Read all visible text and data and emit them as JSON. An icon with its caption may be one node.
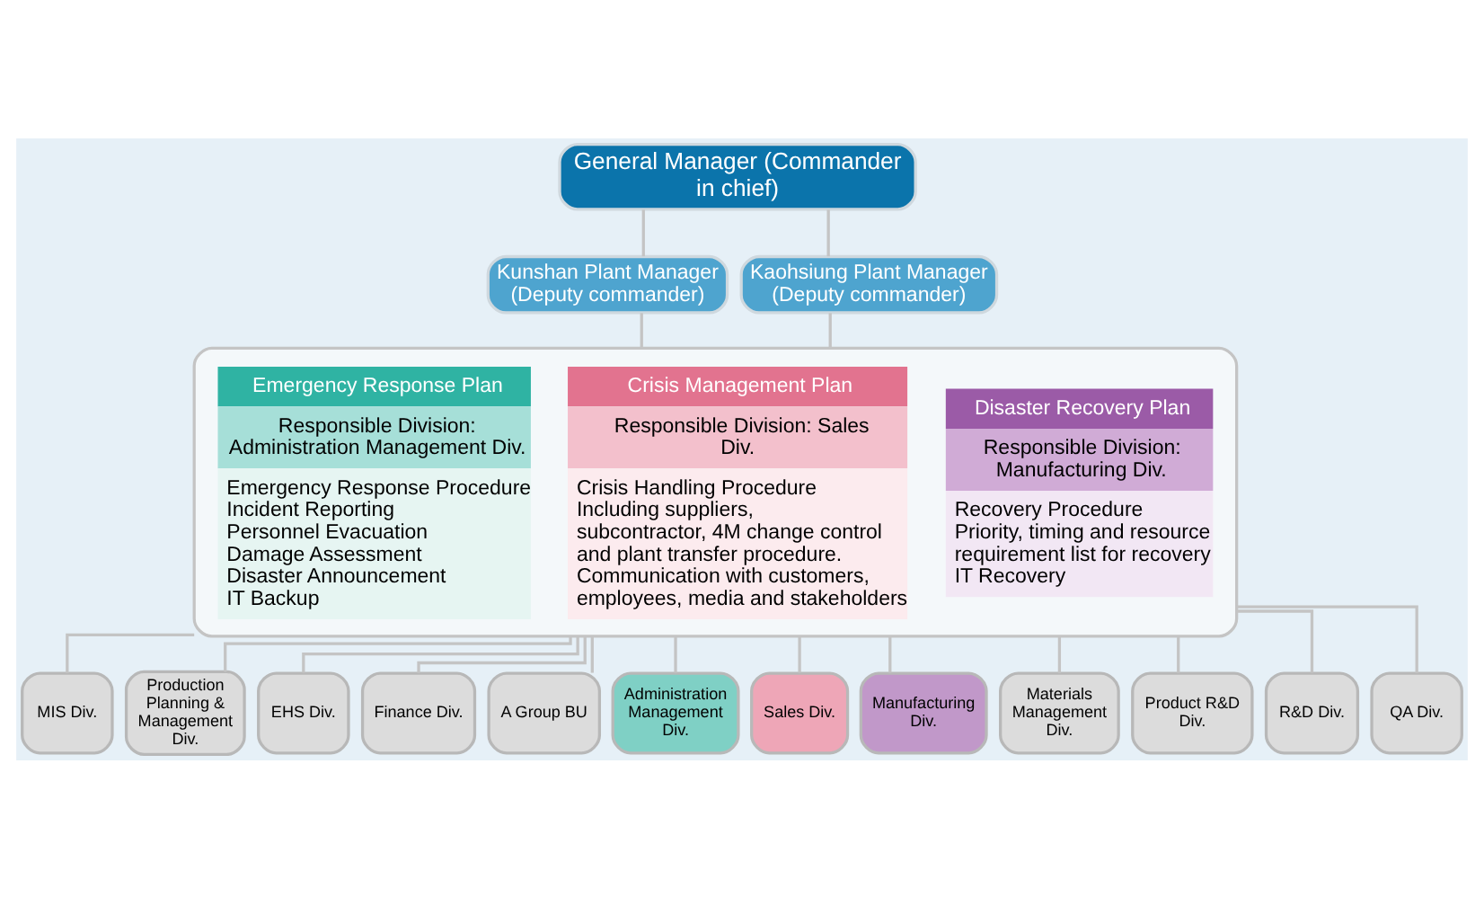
{
  "diagram": {
    "nodes": [
      {
        "text": [
          "General Manager (Commander in chief)"
        ]
      },
      {
        "text": [
          "Kunshan Plant Manager (Deputy commander)"
        ]
      },
      {
        "text": [
          "Kaohsiung Plant Manager (Deputy commander)"
        ]
      },
      {
        "text": [],
        "shape": "box"
      },
      {
        "text": [
          "Emergency Response Plan",
          "Responsible Division: Administration Management Div.",
          "Emergency Response Procedure",
          "Incident Reporting",
          "Personnel Evacuation",
          "Damage Assessment",
          "Disaster Announcement",
          "IT Backup"
        ],
        "in": 3
      },
      {
        "text": [
          "Crisis Management Plan",
          "Responsible Division: Sales Div.",
          "Crisis Handling Procedure Including suppliers, subcontractor, 4M change control and plant transfer procedure.",
          "Communication with customers, employees, media and stakeholders"
        ],
        "in": 3
      },
      {
        "text": [
          "Disaster Recovery Plan",
          "Responsible Division: Manufacturing Div.",
          "Recovery Procedure",
          "Priority, timing and resource requirement list for recovery",
          "IT Recovery"
        ],
        "in": 3
      },
      {
        "text": [
          "MIS Div."
        ]
      },
      {
        "text": [
          "Production Planning & Management Div."
        ]
      },
      {
        "text": [
          "EHS Div."
        ]
      },
      {
        "text": [
          "Finance Div."
        ]
      },
      {
        "text": [
          "A Group BU"
        ]
      },
      {
        "text": [
          "Administration Management Div."
        ]
      },
      {
        "text": [
          "Sales Div."
        ]
      },
      {
        "text": [
          "Manufacturing Div."
        ]
      },
      {
        "text": [
          "Materials Management Div."
        ]
      },
      {
        "text": [
          "Product R&D Div."
        ]
      },
      {
        "text": [
          "R&D Div."
        ]
      },
      {
        "text": [
          "QA Div."
        ]
      }
    ],
    "edges": [
      {
        "from": 0,
        "to": 1,
        "arrow": "none"
      },
      {
        "from": 0,
        "to": 2,
        "arrow": "none"
      },
      {
        "from": 1,
        "to": 3,
        "arrow": "none"
      },
      {
        "from": 2,
        "to": 3,
        "arrow": "none"
      },
      {
        "from": 3,
        "to": 7,
        "arrow": "none"
      },
      {
        "from": 3,
        "to": 8,
        "arrow": "none"
      },
      {
        "from": 3,
        "to": 9,
        "arrow": "none"
      },
      {
        "from": 3,
        "to": 10,
        "arrow": "none"
      },
      {
        "from": 3,
        "to": 11,
        "arrow": "none"
      },
      {
        "from": 3,
        "to": 12,
        "arrow": "none"
      },
      {
        "from": 3,
        "to": 13,
        "arrow": "none"
      },
      {
        "from": 3,
        "to": 14,
        "arrow": "none"
      },
      {
        "from": 3,
        "to": 15,
        "arrow": "none"
      },
      {
        "from": 3,
        "to": 16,
        "arrow": "none"
      },
      {
        "from": 3,
        "to": 17,
        "arrow": "none"
      },
      {
        "from": 3,
        "to": 18,
        "arrow": "none"
      }
    ]
  }
}
